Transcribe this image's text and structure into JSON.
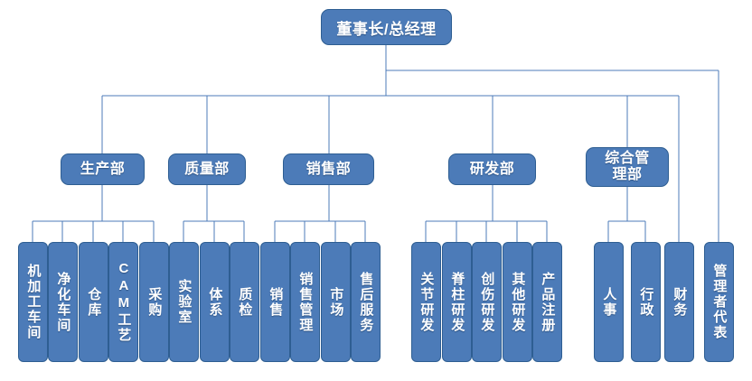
{
  "diagram": {
    "type": "organization-chart",
    "title_node": {
      "label": "董事长/总经理"
    },
    "colors": {
      "node_fill": "#4C7BB8",
      "node_border": "#2E5E92",
      "node_text": "#FFFFFF",
      "connector": "#4C7BB8",
      "background": "#FFFFFF"
    },
    "departments": [
      {
        "id": "production",
        "label": "生产部"
      },
      {
        "id": "quality",
        "label": "质量部"
      },
      {
        "id": "sales",
        "label": "销售部"
      },
      {
        "id": "rnd",
        "label": "研发部"
      },
      {
        "id": "general-management",
        "label": "综合管\n理部",
        "line1": "综合管",
        "line2": "理部"
      }
    ],
    "leaves": [
      {
        "id": "machining-workshop",
        "label": "机加工车间",
        "parent": "production"
      },
      {
        "id": "clean-workshop",
        "label": "净化车间",
        "parent": "production"
      },
      {
        "id": "warehouse",
        "label": "仓库",
        "parent": "production"
      },
      {
        "id": "cam-process",
        "label": "CAM工艺",
        "parent": "production"
      },
      {
        "id": "purchasing",
        "label": "采购",
        "parent": "production"
      },
      {
        "id": "laboratory",
        "label": "实验室",
        "parent": "quality"
      },
      {
        "id": "system",
        "label": "体系",
        "parent": "quality"
      },
      {
        "id": "inspection",
        "label": "质检",
        "parent": "quality"
      },
      {
        "id": "sales-team",
        "label": "销售",
        "parent": "sales"
      },
      {
        "id": "sales-management",
        "label": "销售管理",
        "parent": "sales"
      },
      {
        "id": "market",
        "label": "市场",
        "parent": "sales"
      },
      {
        "id": "after-sales-service",
        "label": "售后服务",
        "parent": "sales"
      },
      {
        "id": "joint-rnd",
        "label": "关节研发",
        "parent": "rnd"
      },
      {
        "id": "spine-rnd",
        "label": "脊柱研发",
        "parent": "rnd"
      },
      {
        "id": "trauma-rnd",
        "label": "创伤研发",
        "parent": "rnd"
      },
      {
        "id": "other-rnd",
        "label": "其他研发",
        "parent": "rnd"
      },
      {
        "id": "product-registration",
        "label": "产品注册",
        "parent": "rnd"
      },
      {
        "id": "human-resources",
        "label": "人事",
        "parent": "general-management"
      },
      {
        "id": "administration",
        "label": "行政",
        "parent": "general-management"
      },
      {
        "id": "finance",
        "label": "财务",
        "parent": "root"
      },
      {
        "id": "management-representative",
        "label": "管理者代表",
        "parent": "root"
      }
    ]
  }
}
